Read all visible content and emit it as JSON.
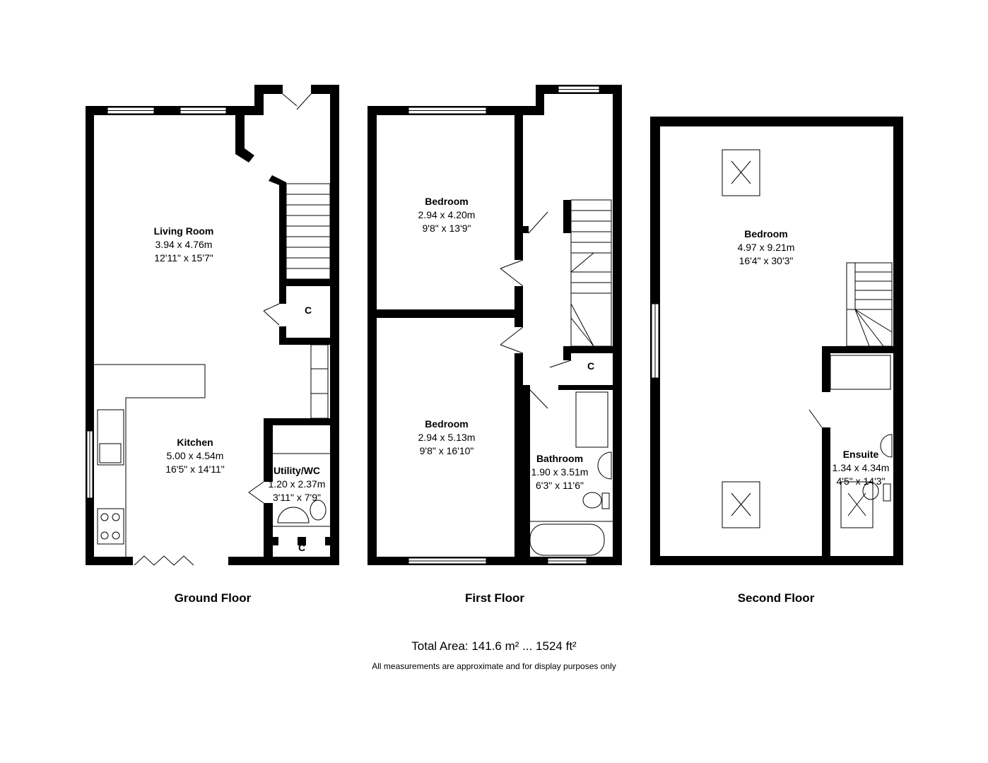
{
  "floors": [
    {
      "name": "Ground Floor",
      "rooms": [
        {
          "name": "Living Room",
          "metric": "3.94 x 4.76m",
          "imperial": "12'11\" x 15'7\""
        },
        {
          "name": "Kitchen",
          "metric": "5.00 x 4.54m",
          "imperial": "16'5\" x 14'11\""
        },
        {
          "name": "Utility/WC",
          "metric": "1.20 x 2.37m",
          "imperial": "3'11\" x 7'9\""
        }
      ],
      "cupboards": [
        "C",
        "C"
      ]
    },
    {
      "name": "First Floor",
      "rooms": [
        {
          "name": "Bedroom",
          "metric": "2.94 x 4.20m",
          "imperial": "9'8\" x 13'9\""
        },
        {
          "name": "Bedroom",
          "metric": "2.94 x 5.13m",
          "imperial": "9'8\" x 16'10\""
        },
        {
          "name": "Bathroom",
          "metric": "1.90 x 3.51m",
          "imperial": "6'3\" x 11'6\""
        }
      ],
      "cupboards": [
        "C"
      ]
    },
    {
      "name": "Second Floor",
      "rooms": [
        {
          "name": "Bedroom",
          "metric": "4.97 x 9.21m",
          "imperial": "16'4\" x 30'3\""
        },
        {
          "name": "Ensuite",
          "metric": "1.34 x 4.34m",
          "imperial": "4'5\" x 14'3\""
        }
      ]
    }
  ],
  "total_area": "Total Area: 141.6 m² ... 1524 ft²",
  "disclaimer": "All measurements are approximate and for display purposes only"
}
